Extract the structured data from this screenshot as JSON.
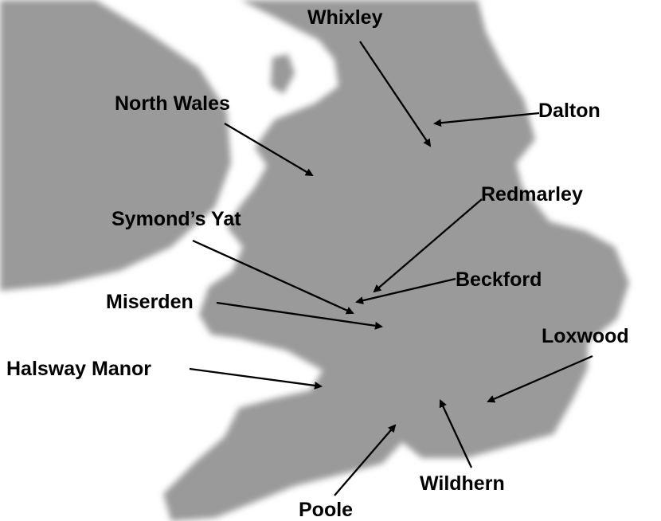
{
  "map": {
    "land_color": "#9a9a9a",
    "sea_color": "#ffffff",
    "arrow_color": "#000000",
    "locations": [
      {
        "id": "whixley",
        "label": "Whixley"
      },
      {
        "id": "dalton",
        "label": "Dalton"
      },
      {
        "id": "north-wales",
        "label": "North Wales"
      },
      {
        "id": "redmarley",
        "label": "Redmarley"
      },
      {
        "id": "symonds-yat",
        "label": "Symond’s Yat"
      },
      {
        "id": "beckford",
        "label": "Beckford"
      },
      {
        "id": "miserden",
        "label": "Miserden"
      },
      {
        "id": "loxwood",
        "label": "Loxwood"
      },
      {
        "id": "halsway-manor",
        "label": "Halsway Manor"
      },
      {
        "id": "wildhern",
        "label": "Wildhern"
      },
      {
        "id": "poole",
        "label": "Poole"
      }
    ]
  }
}
